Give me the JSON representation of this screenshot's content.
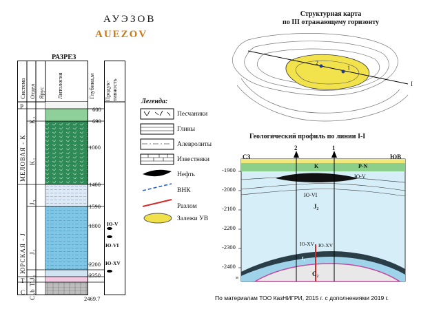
{
  "header": {
    "title_ru": "АУЭЗОВ",
    "title_en": "AUEZOV"
  },
  "section": {
    "title": "РАЗРЕЗ",
    "columns": [
      "Система",
      "Отдел",
      "Ярус",
      "Литология",
      "Глубина,м",
      "Продук-\nтивность"
    ],
    "systems": [
      "P",
      "МЕЛОВАЯ - К",
      "ЮРСКАЯ - J",
      "T",
      "C"
    ],
    "divisions": [
      "K₂",
      "K₁",
      "J₃",
      "J₂",
      "J₁",
      "T₁",
      "C₂b"
    ],
    "depths": [
      "600",
      "690",
      "1000",
      "1400",
      "1590",
      "1800",
      "2200",
      "2350",
      "2469.7"
    ],
    "productive": [
      "Ю-V",
      "Ю-VI",
      "Ю-XV"
    ]
  },
  "legend": {
    "title": "Легенда:",
    "items": [
      "Песчаники",
      "Глины",
      "Алевролиты",
      "Известняки",
      "Нефть",
      "ВНК",
      "Разлом",
      "Залежи УВ"
    ]
  },
  "map": {
    "title_line1": "Структурная карта",
    "title_line2": "по III отражающему горизонту",
    "line_end": "I",
    "wells": [
      "1",
      "2"
    ]
  },
  "profile": {
    "title": "Геологический профиль по линии I-I",
    "left_dir": "СЗ",
    "right_dir": "ЮВ",
    "wells": [
      "2",
      "1"
    ],
    "depth_ticks": [
      "-1900",
      "-2000",
      "-2100",
      "-2200",
      "-2300",
      "-2400"
    ],
    "labels": {
      "k": "K",
      "pn": "P-N",
      "yu_v": "Ю-V",
      "yu_vi": "Ю-VI",
      "j2": "J₂",
      "yu_xv_left": "Ю-XV",
      "yu_xv_right": "Ю-XV",
      "c2": "C₂",
      "j1": "J₁",
      "m": "м"
    }
  },
  "source": "По материалам ТОО КазНИГРИ, 2015 г. с дополнениями 2019 г."
}
